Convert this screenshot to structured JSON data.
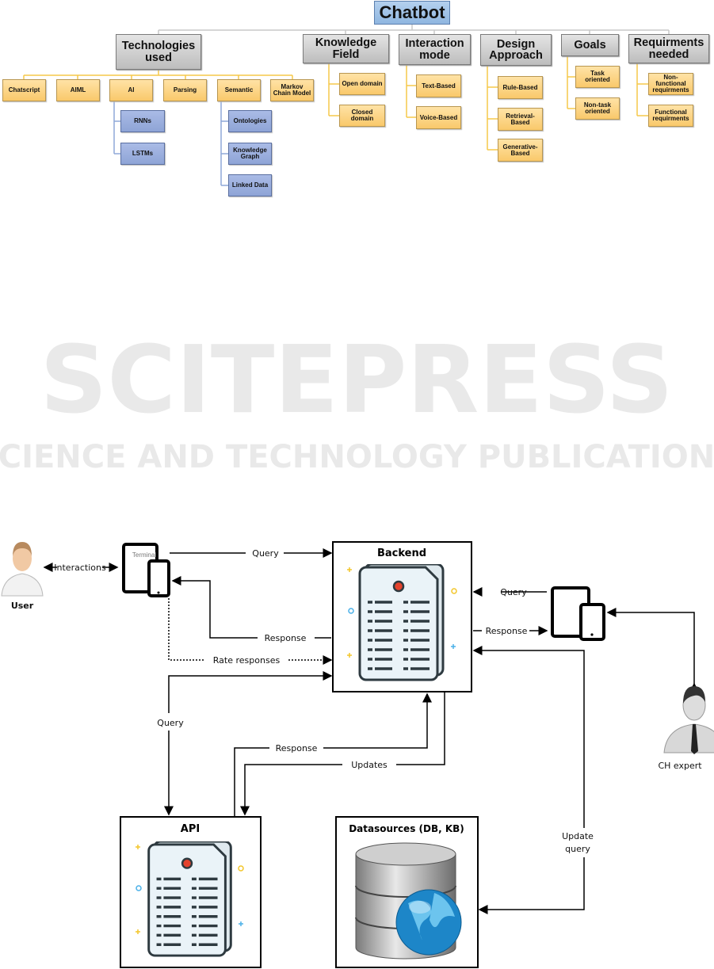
{
  "watermark": {
    "main": "SCITEPRESS",
    "sub": "SCIENCE AND TECHNOLOGY PUBLICATIONS"
  },
  "tree": {
    "root": "Chatbot",
    "categories": [
      {
        "label": "Technologies used",
        "children": [
          {
            "label": "Chatscript"
          },
          {
            "label": "AIML"
          },
          {
            "label": "AI",
            "children": [
              {
                "label": "RNNs"
              },
              {
                "label": "LSTMs"
              }
            ]
          },
          {
            "label": "Parsing"
          },
          {
            "label": "Semantic",
            "children": [
              {
                "label": "Ontologies"
              },
              {
                "label": "Knowledge Graph"
              },
              {
                "label": "Linked Data"
              }
            ]
          },
          {
            "label": "Markov Chain Model"
          }
        ]
      },
      {
        "label": "Knowledge Field",
        "children": [
          {
            "label": "Open domain"
          },
          {
            "label": "Closed domain"
          }
        ]
      },
      {
        "label": "Interaction mode",
        "children": [
          {
            "label": "Text-Based"
          },
          {
            "label": "Voice-Based"
          }
        ]
      },
      {
        "label": "Design Approach",
        "children": [
          {
            "label": "Rule-Based"
          },
          {
            "label": "Retrieval-Based"
          },
          {
            "label": "Generative-Based"
          }
        ]
      },
      {
        "label": "Goals",
        "children": [
          {
            "label": "Task oriented"
          },
          {
            "label": "Non-task oriented"
          }
        ]
      },
      {
        "label": "Requirments needed",
        "children": [
          {
            "label": "Non-functional requirments"
          },
          {
            "label": "Functional requirments"
          }
        ]
      }
    ]
  },
  "architecture": {
    "user": "User",
    "terminal": "Terminal",
    "interactions": "Interactions",
    "query_top": "Query",
    "response_top": "Response",
    "rate_responses": "Rate responses",
    "backend": "Backend",
    "expert_query": "Query",
    "expert_response": "Response",
    "ch_expert": "CH expert",
    "api_query": "Query",
    "api_response": "Response",
    "updates": "Updates",
    "api": "API",
    "datasources": "Datasources (DB, KB)",
    "update_query_1": "Update",
    "update_query_2": "query"
  }
}
